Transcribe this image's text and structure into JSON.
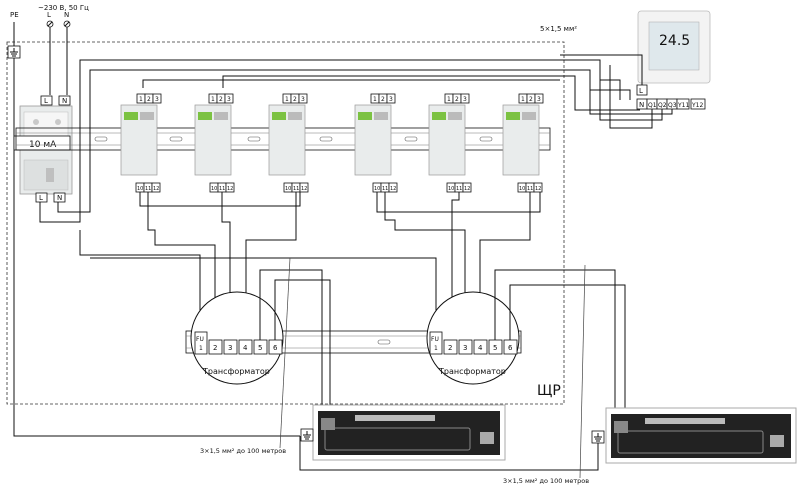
{
  "supply": {
    "text": "~230 В, 50 Гц",
    "pe": "PE",
    "l": "L",
    "n": "N"
  },
  "rcd": {
    "rating": "10 мА",
    "bottom_l": "L",
    "bottom_n": "N"
  },
  "relay_top_terms": [
    "1",
    "2",
    "3"
  ],
  "relay_bottom_terms": [
    "10",
    "11",
    "12"
  ],
  "thermostat": {
    "display": "24.5",
    "terminals": [
      "L",
      "N",
      "Q1",
      "Q2",
      "Q3",
      "Y11",
      "Y12"
    ]
  },
  "cable_top": "5×1,5 мм²",
  "transformer": {
    "label": "Трансформатор",
    "fu": "FU",
    "terms": [
      "1",
      "2",
      "3",
      "4",
      "5",
      "6"
    ]
  },
  "panel_label": "ЩР",
  "cable_bottom": "3×1,5 мм² до 100 метров"
}
